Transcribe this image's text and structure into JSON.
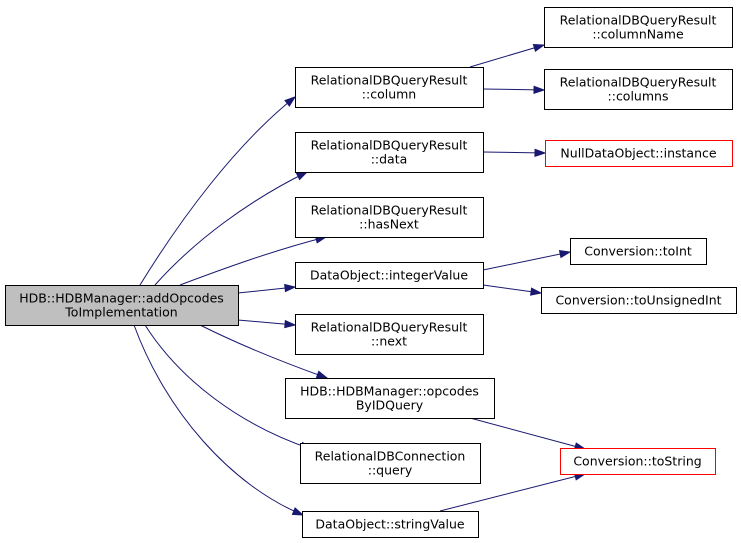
{
  "colors": {
    "edge": "#191970",
    "root_fill": "#bfbfbf",
    "missing_border": "#ff0000"
  },
  "nodes": {
    "root": {
      "lines": [
        "HDB::HDBManager::addOpcodes",
        "ToImplementation"
      ]
    },
    "column": {
      "lines": [
        "RelationalDBQueryResult",
        "::column"
      ]
    },
    "data": {
      "lines": [
        "RelationalDBQueryResult",
        "::data"
      ]
    },
    "hasNext": {
      "lines": [
        "RelationalDBQueryResult",
        "::hasNext"
      ]
    },
    "integerValue": {
      "lines": [
        "DataObject::integerValue"
      ]
    },
    "next": {
      "lines": [
        "RelationalDBQueryResult",
        "::next"
      ]
    },
    "opcodesByIDQuery": {
      "lines": [
        "HDB::HDBManager::opcodes",
        "ByIDQuery"
      ]
    },
    "query": {
      "lines": [
        "RelationalDBConnection",
        "::query"
      ]
    },
    "stringValue": {
      "lines": [
        "DataObject::stringValue"
      ]
    },
    "columnName": {
      "lines": [
        "RelationalDBQueryResult",
        "::columnName"
      ]
    },
    "columns": {
      "lines": [
        "RelationalDBQueryResult",
        "::columns"
      ]
    },
    "nullInstance": {
      "lines": [
        "NullDataObject::instance"
      ]
    },
    "toInt": {
      "lines": [
        "Conversion::toInt"
      ]
    },
    "toUnsignedInt": {
      "lines": [
        "Conversion::toUnsignedInt"
      ]
    },
    "toString": {
      "lines": [
        "Conversion::toString"
      ]
    }
  }
}
